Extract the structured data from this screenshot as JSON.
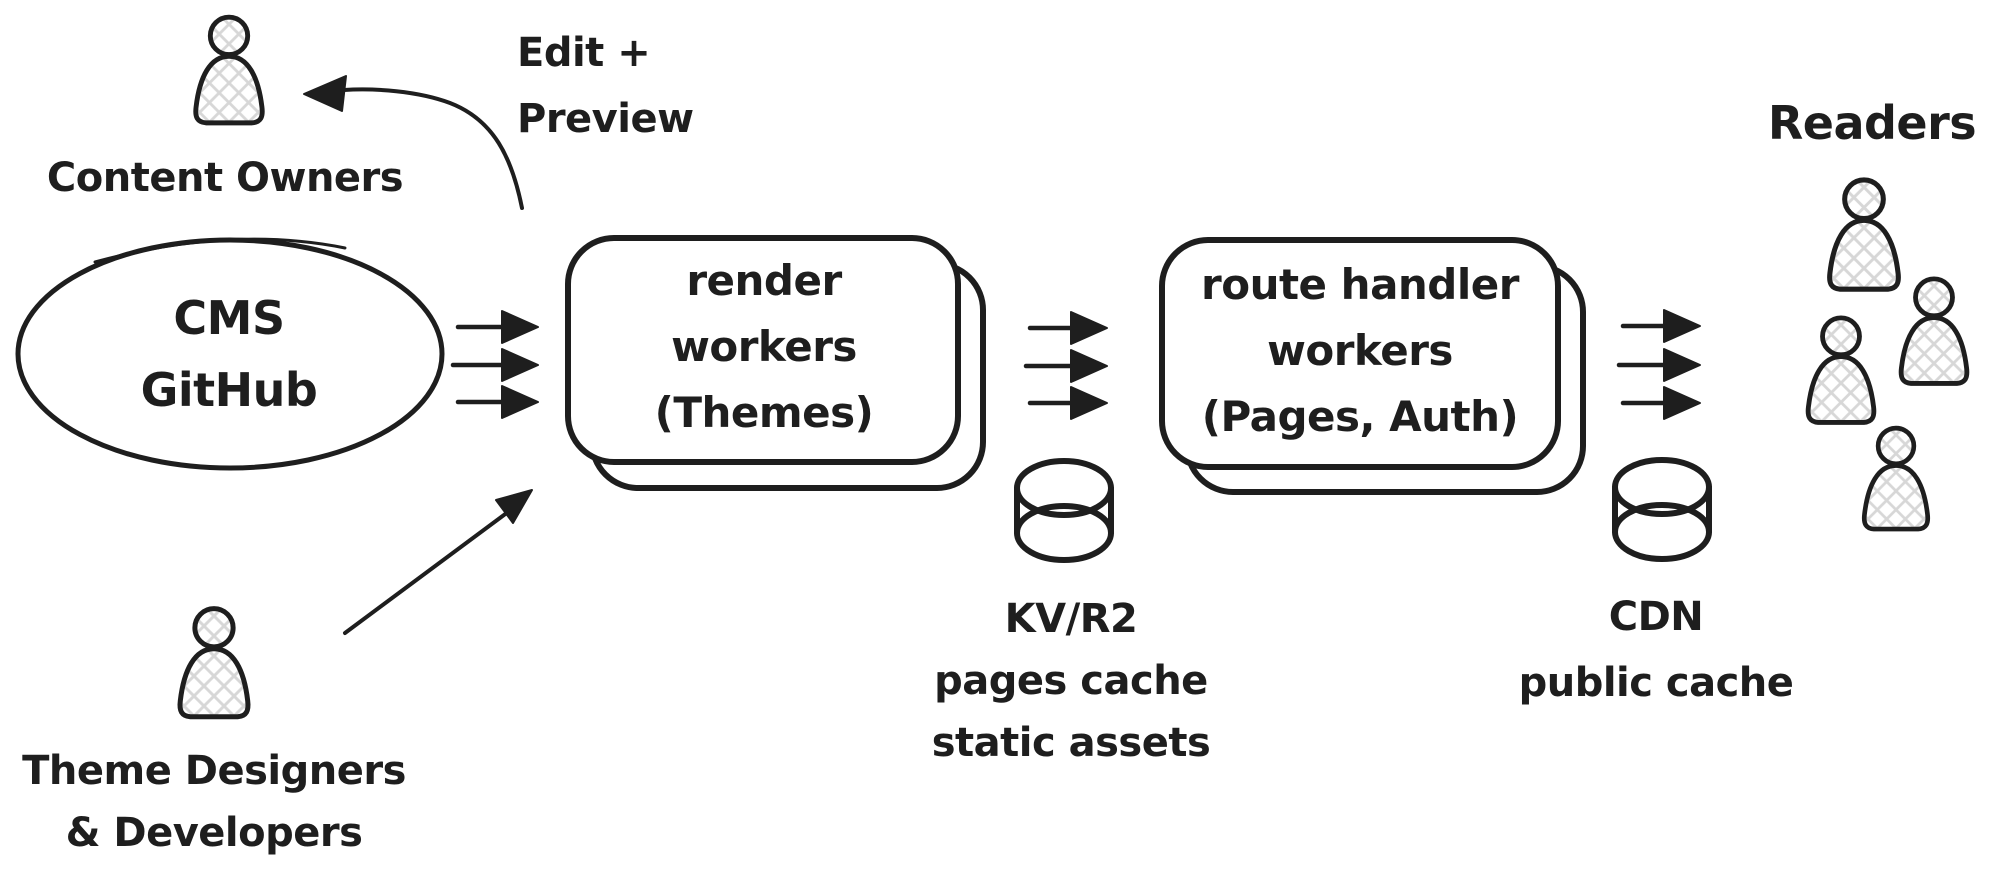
{
  "colors": {
    "bg": "#ffffff",
    "ink": "#1e1e1e",
    "hatch": "#d7d7d7"
  },
  "actors": {
    "content_owners": {
      "label": "Content Owners"
    },
    "theme_designers": {
      "line1": "Theme Designers",
      "line2": "& Developers"
    },
    "readers": {
      "label": "Readers"
    }
  },
  "nodes": {
    "cms": {
      "line1": "CMS",
      "line2": "GitHub"
    },
    "render_workers": {
      "line1": "render",
      "line2": "workers",
      "line3": "(Themes)"
    },
    "route_workers": {
      "line1": "route handler",
      "line2": "workers",
      "line3": "(Pages, Auth)"
    }
  },
  "datastores": {
    "kv": {
      "line1": "KV/R2",
      "line2": "pages cache",
      "line3": "static assets"
    },
    "cdn": {
      "line1": "CDN",
      "line2": "public cache"
    }
  },
  "flows": {
    "edit_preview": {
      "line1": "Edit +",
      "line2": "Preview"
    }
  }
}
